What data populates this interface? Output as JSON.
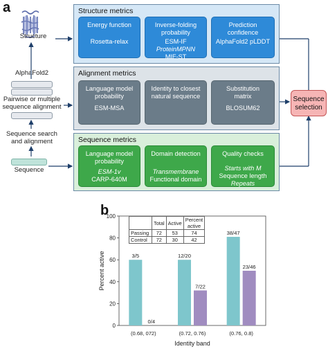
{
  "panel_a": {
    "letter": "a",
    "left": {
      "structure_label": "Structure",
      "alphafold_label": "AlphaFold2",
      "alignment_label": "Pairwise or multiple\nsequence alignment",
      "search_label": "Sequence search\nand alignment",
      "sequence_label": "Sequence"
    },
    "structure_metrics": {
      "title": "Structure metrics",
      "boxes": [
        {
          "title": "Energy function",
          "content": "Rosetta-relax"
        },
        {
          "title": "Inverse-folding\nprobability",
          "content": "ESM-IF",
          "content_italic": "ProteinMPNN",
          "content_extra": "MIF-ST"
        },
        {
          "title": "Prediction\nconfidence",
          "content": "AlphaFold2 pLDDT"
        }
      ]
    },
    "alignment_metrics": {
      "title": "Alignment metrics",
      "boxes": [
        {
          "title": "Language model\nprobability",
          "content": "ESM-MSA"
        },
        {
          "title": "Identity to closest\nnatural sequence",
          "content": ""
        },
        {
          "title": "Substitution\nmatrix",
          "content": "BLOSUM62"
        }
      ]
    },
    "sequence_metrics": {
      "title": "Sequence metrics",
      "boxes": [
        {
          "title": "Language model\nprobability",
          "content_italic": "ESM-1v",
          "content": "CARP-640M"
        },
        {
          "title": "Domain detection",
          "content_italic": "Transmembrane",
          "content": "Functional domain"
        },
        {
          "title": "Quality checks",
          "content_italic": "Starts with M",
          "content": "Sequence length",
          "content_italic2": "Repeats"
        }
      ]
    },
    "selection": "Sequence\nselection",
    "colors": {
      "structure": "#2e8ad8",
      "alignment": "#6b7c89",
      "sequence": "#3ea84a",
      "selection": "#f6b5b5"
    }
  },
  "panel_b": {
    "letter": "b",
    "table": {
      "headers": [
        "",
        "Total",
        "Active",
        "Percent\nactive"
      ],
      "rows": [
        [
          "Passing",
          "72",
          "53",
          "74"
        ],
        [
          "Control",
          "72",
          "30",
          "42"
        ]
      ]
    }
  },
  "chart_data": {
    "type": "bar",
    "ylabel": "Percent active",
    "xlabel": "Identity band",
    "categories": [
      "(0.68, 0.72)",
      "(0.72, 0.76)",
      "(0.76, 0.8)"
    ],
    "category_labels": [
      "(0.68, 072)",
      "(0.72, 0.76)",
      "(0.76, 0.8)"
    ],
    "ylim": [
      0,
      100
    ],
    "yticks": [
      0,
      20,
      40,
      60,
      80,
      100
    ],
    "series": [
      {
        "values": [
          60,
          60,
          81
        ],
        "labels": [
          "3/5",
          "12/20",
          "38/47"
        ],
        "color": "#7ec6cc"
      },
      {
        "values": [
          0,
          32,
          50
        ],
        "labels": [
          "0/4",
          "7/22",
          "23/46"
        ],
        "color": "#a08cc0"
      }
    ],
    "grid": false
  }
}
